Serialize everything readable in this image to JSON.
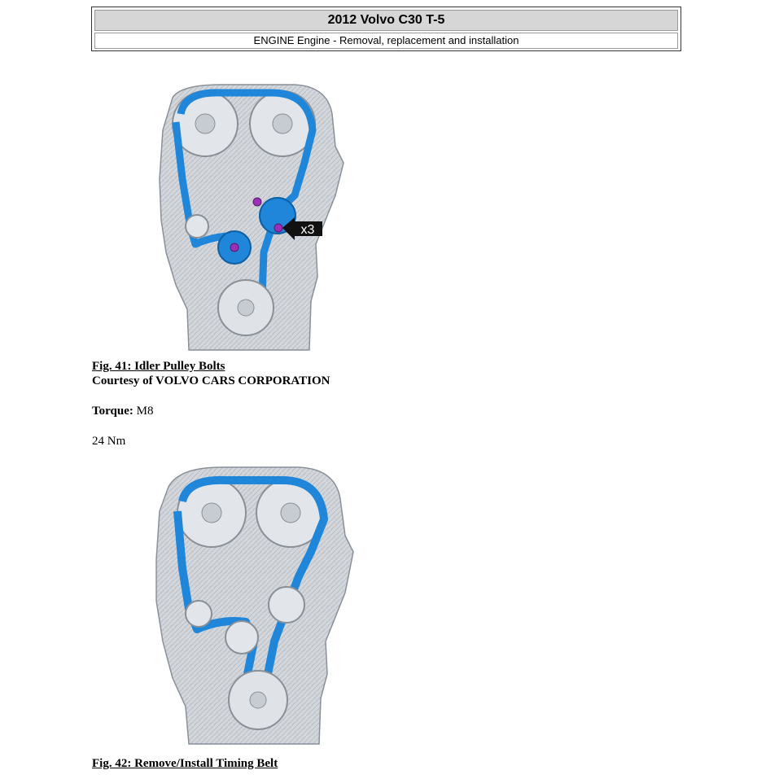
{
  "header": {
    "title": "2012 Volvo C30 T-5",
    "subtitle": "ENGINE Engine - Removal, replacement and installation"
  },
  "figure41": {
    "callout_label": "x3",
    "caption": "Fig. 41: Idler Pulley Bolts",
    "courtesy": "Courtesy of VOLVO CARS CORPORATION"
  },
  "torque": {
    "label": "Torque:",
    "spec": " M8",
    "value": "24 Nm"
  },
  "figure42": {
    "caption": "Fig. 42: Remove/Install Timing Belt"
  },
  "colors": {
    "belt": "#1f86d9",
    "engine": "#cfd3d8",
    "bolt": "#9b2fb5",
    "callout": "#111111"
  }
}
